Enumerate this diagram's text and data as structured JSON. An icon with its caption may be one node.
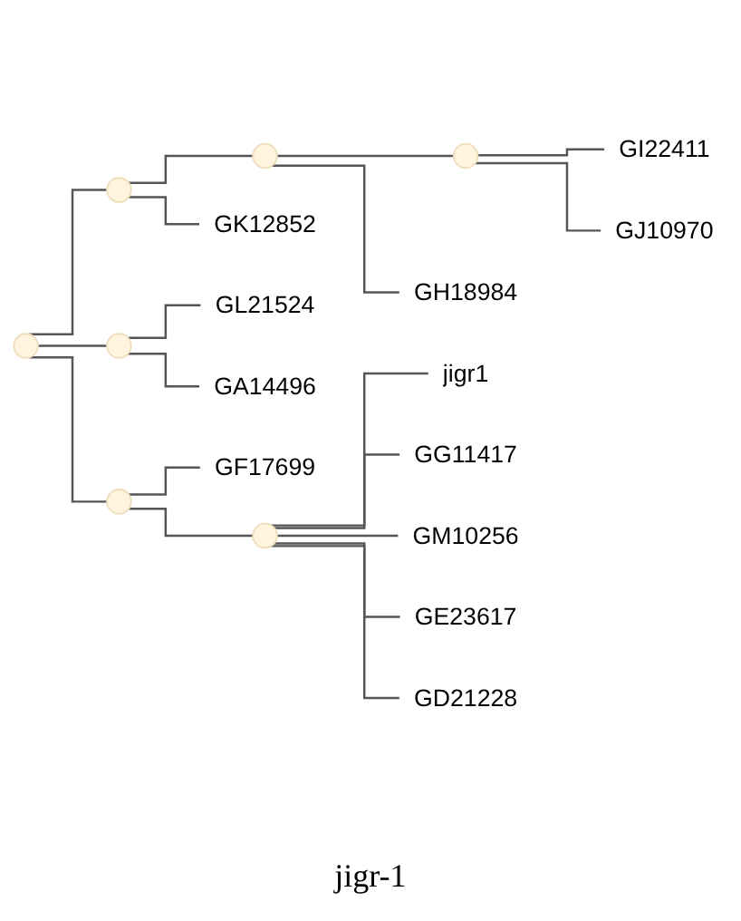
{
  "diagram": {
    "caption": "jigr-1",
    "nodes": [
      {
        "text": [
          "GI22411"
        ]
      },
      {
        "text": [
          "GJ10970"
        ]
      },
      {
        "text": [
          "GK12852"
        ]
      },
      {
        "text": [
          "GH18984"
        ]
      },
      {
        "text": [
          "GL21524"
        ]
      },
      {
        "text": [
          "GA14496"
        ]
      },
      {
        "text": [
          "GF17699"
        ]
      },
      {
        "text": [
          "jigr1"
        ]
      },
      {
        "text": [
          "GG11417"
        ]
      },
      {
        "text": [
          "GM10256"
        ]
      },
      {
        "text": [
          "GE23617"
        ]
      },
      {
        "text": [
          "GD21228"
        ]
      },
      {
        "text": [],
        "shape": "circle"
      },
      {
        "text": [],
        "shape": "circle"
      },
      {
        "text": [],
        "shape": "circle"
      },
      {
        "text": [],
        "shape": "circle"
      },
      {
        "text": [],
        "shape": "circle"
      },
      {
        "text": [],
        "shape": "circle"
      },
      {
        "text": [],
        "shape": "circle"
      }
    ],
    "edges": [
      {
        "from": 12,
        "to": 0,
        "arrow": "none"
      },
      {
        "from": 12,
        "to": 1,
        "arrow": "none"
      },
      {
        "from": 13,
        "to": 12,
        "arrow": "none"
      },
      {
        "from": 13,
        "to": 3,
        "arrow": "none"
      },
      {
        "from": 15,
        "to": 13,
        "arrow": "none"
      },
      {
        "from": 15,
        "to": 2,
        "arrow": "none"
      },
      {
        "from": 16,
        "to": 15,
        "arrow": "none"
      },
      {
        "from": 14,
        "to": 4,
        "arrow": "none"
      },
      {
        "from": 14,
        "to": 5,
        "arrow": "none"
      },
      {
        "from": 16,
        "to": 14,
        "arrow": "none"
      },
      {
        "from": 16,
        "to": 17,
        "arrow": "none"
      },
      {
        "from": 17,
        "to": 6,
        "arrow": "none"
      },
      {
        "from": 17,
        "to": 18,
        "arrow": "none"
      },
      {
        "from": 18,
        "to": 7,
        "arrow": "none"
      },
      {
        "from": 18,
        "to": 8,
        "arrow": "none"
      },
      {
        "from": 18,
        "to": 9,
        "arrow": "none"
      },
      {
        "from": 18,
        "to": 10,
        "arrow": "none"
      },
      {
        "from": 18,
        "to": 11,
        "arrow": "none"
      }
    ]
  }
}
